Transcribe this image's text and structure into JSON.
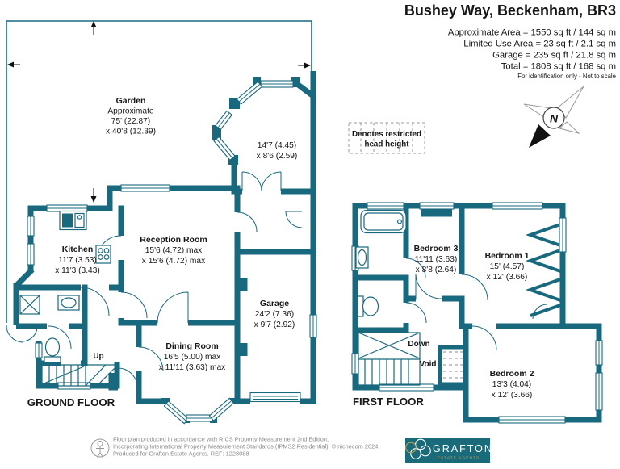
{
  "header": {
    "title": "Bushey Way, Beckenham, BR3",
    "line_approximate": "Approximate Area = 1550 sq ft / 144 sq m",
    "line_limited": "Limited Use Area = 23 sq ft / 2.1 sq m",
    "line_garage": "Garage = 235 sq ft / 21.8 sq m",
    "line_total": "Total = 1808 sq ft / 168 sq m",
    "note": "For identification only - Not to scale"
  },
  "legend": {
    "line1": "Denotes restricted",
    "line2": "head height"
  },
  "compass": {
    "north": "N"
  },
  "ground": {
    "floor_label": "GROUND FLOOR",
    "garden": [
      "Garden",
      "Approximate",
      "75' (22.87)",
      "x 40'8 (12.39)"
    ],
    "conservatory": [
      "14'7 (4.45)",
      "x 8'6 (2.59)"
    ],
    "kitchen": [
      "Kitchen",
      "11'7 (3.53)",
      "x 11'3 (3.43)"
    ],
    "reception": [
      "Reception Room",
      "15'6 (4.72) max",
      "x 15'6 (4.72) max"
    ],
    "dining": [
      "Dining Room",
      "16'5 (5.00) max",
      "x 11'11 (3.63) max"
    ],
    "garage": [
      "Garage",
      "24'2 (7.36)",
      "x 9'7 (2.92)"
    ],
    "up_label": "Up"
  },
  "first": {
    "floor_label": "FIRST FLOOR",
    "bedroom1": [
      "Bedroom 1",
      "15' (4.57)",
      "x 12' (3.66)"
    ],
    "bedroom2": [
      "Bedroom 2",
      "13'3 (4.04)",
      "x 12' (3.66)"
    ],
    "bedroom3": [
      "Bedroom 3",
      "11'11 (3.63)",
      "x 8'8 (2.64)"
    ],
    "down_label": "Down",
    "void_label": "Void"
  },
  "footer": {
    "line1": "Floor plan produced in accordance with RICS Property Measurement 2nd Edition,",
    "line2": "Incorporating International Property Measurement Standards (IPMS2 Residential).   © nichecom 2024.",
    "line3": "Produced for Grafton Estate Agents.   REF: 1228088",
    "brand": "GRAFTON",
    "brand_sub": "ESTATE AGENTS"
  },
  "colors": {
    "wall_teal": "#19697E",
    "logo_teal": "#1A6B7A",
    "logo_gold": "#BFA05A"
  }
}
